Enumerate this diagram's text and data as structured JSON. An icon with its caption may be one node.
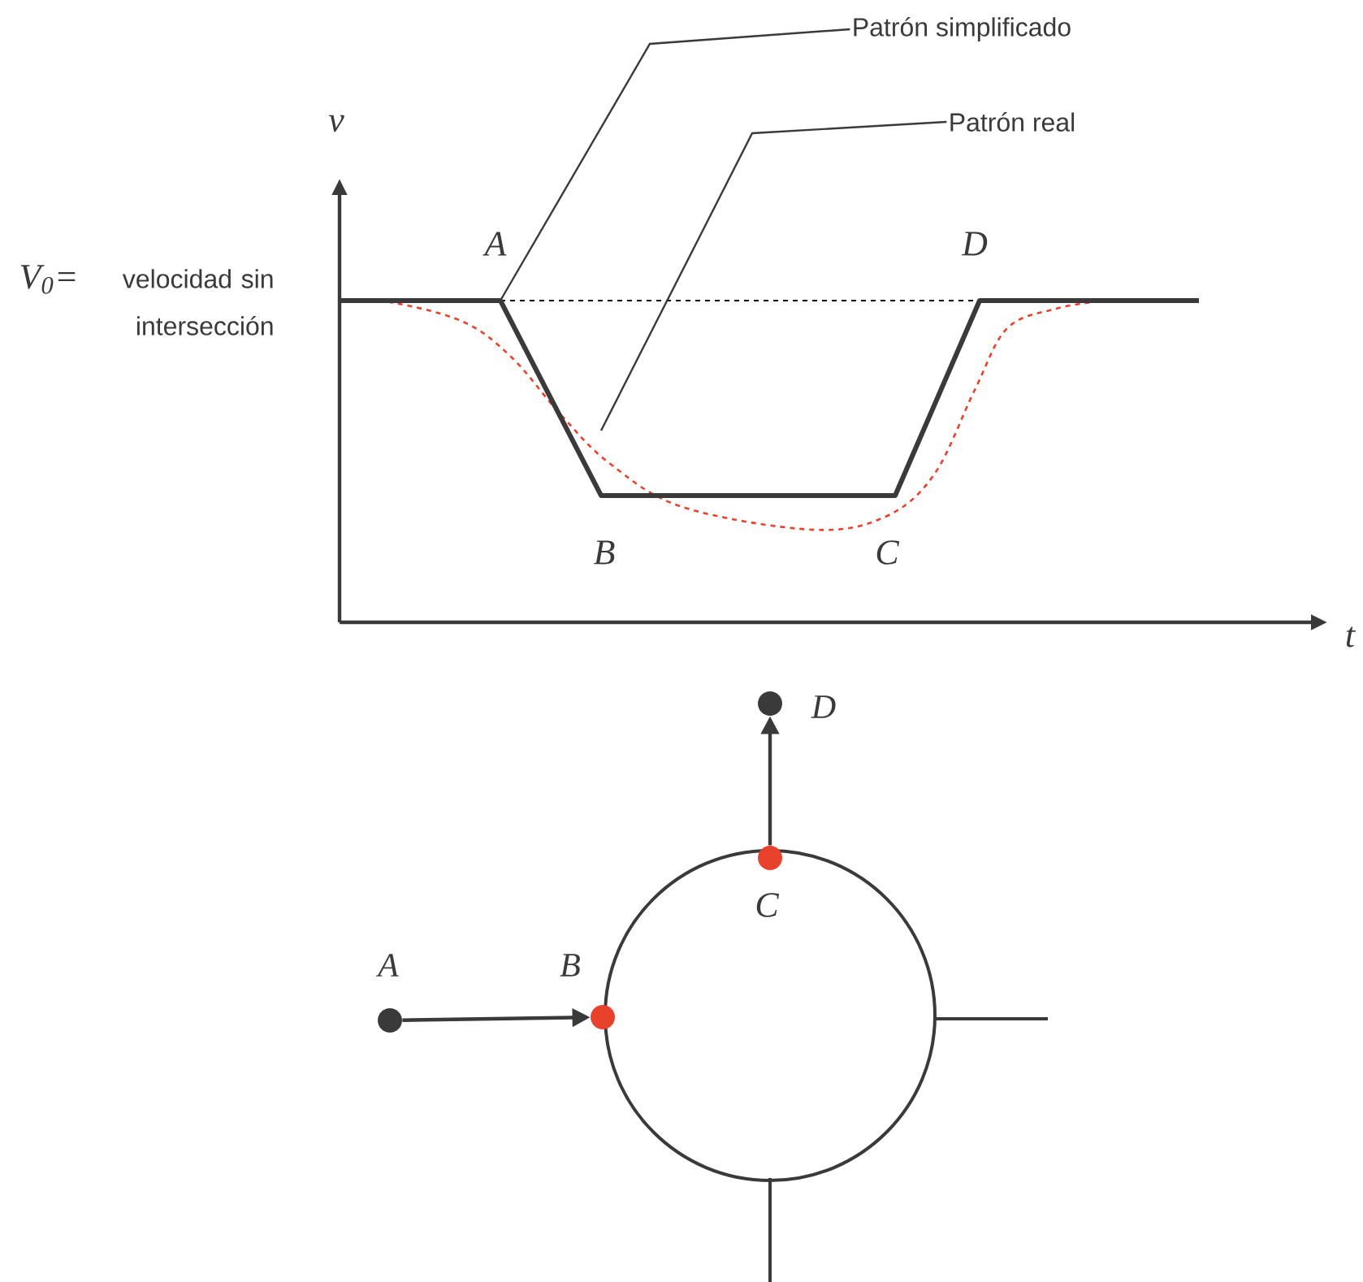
{
  "diagram": {
    "nodes": [
      {
        "text": [
          "Patrón simplificado"
        ]
      },
      {
        "text": [
          "Patrón real"
        ]
      },
      {
        "text": [],
        "shape": "circle",
        "beside": [
          "A"
        ]
      },
      {
        "text": [],
        "shape": "circle",
        "beside": [
          "B"
        ]
      },
      {
        "text": [],
        "shape": "circle"
      },
      {
        "text": [],
        "shape": "circle",
        "beside": [
          "D"
        ]
      },
      {
        "text": [],
        "shape": "circle"
      }
    ],
    "edges": [
      {
        "from": 0,
        "to": null,
        "arrow": "none"
      },
      {
        "from": 1,
        "to": null,
        "arrow": "none"
      },
      {
        "from": 2,
        "to": 3,
        "arrow": "to"
      },
      {
        "from": 4,
        "to": 5,
        "arrow": "to"
      }
    ],
    "labels": [
      "v",
      "A",
      "D",
      "V$_{0}$=",
      "velocidad sin intersección",
      "B",
      "C",
      "t",
      "C"
    ]
  }
}
